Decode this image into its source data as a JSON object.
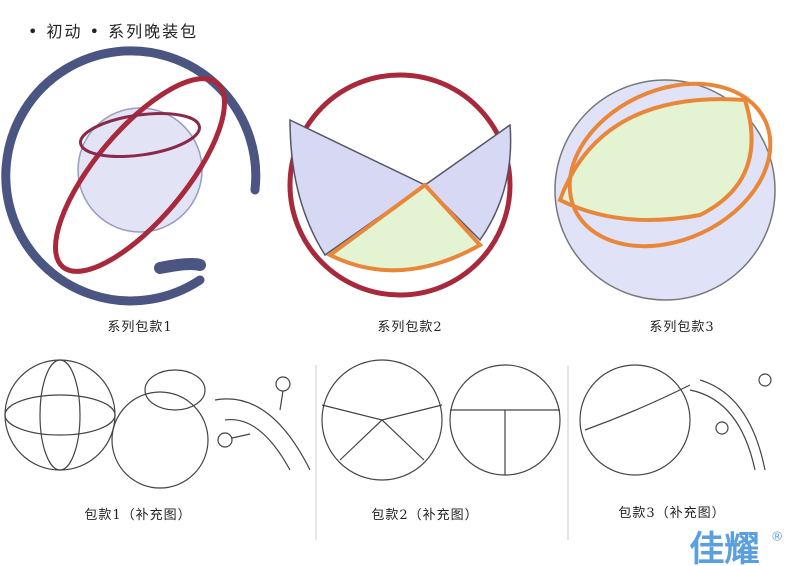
{
  "title": "• 初动 • 系列晚装包",
  "captions": {
    "main1": "系列包款1",
    "main2": "系列包款2",
    "main3": "系列包款3",
    "sub1": "包款1（补充图）",
    "sub2": "包款2（补充图）",
    "sub3": "包款3（补充图）"
  },
  "watermark": "佳耀®",
  "colors": {
    "navy": "#4a5582",
    "red": "#a8283c",
    "orange": "#e8873a",
    "lavender": "#d6d8f4",
    "mint": "#e4f3d2",
    "logo": "#5b9fe0"
  }
}
